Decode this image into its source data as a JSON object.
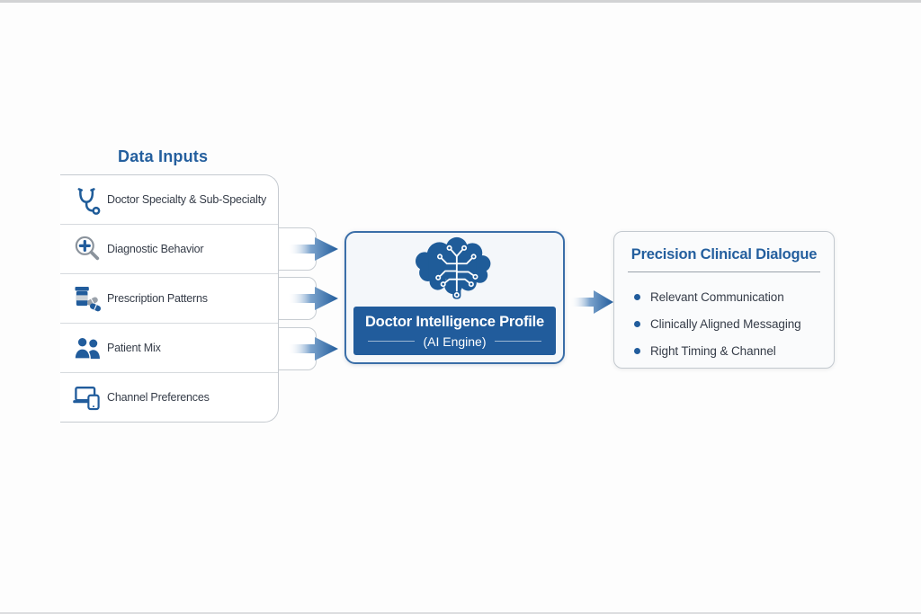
{
  "colors": {
    "accent_blue": "#215c9c",
    "title_blue": "#245f9e",
    "text_dark": "#353c48",
    "border_gray": "#c5cad0",
    "engine_border_blue": "#3a6ea8",
    "engine_bg": "#f4f7fa",
    "output_bg": "#fafbfc",
    "arrow_gradient_end": "#215c9c"
  },
  "inputs": {
    "title": "Data Inputs",
    "items": [
      {
        "icon": "stethoscope-icon",
        "label": "Doctor Specialty & Sub-Specialty"
      },
      {
        "icon": "magnifier-plus-icon",
        "label": "Diagnostic Behavior"
      },
      {
        "icon": "pills-icon",
        "label": "Prescription Patterns"
      },
      {
        "icon": "patients-icon",
        "label": "Patient Mix"
      },
      {
        "icon": "devices-icon",
        "label": "Channel Preferences"
      }
    ]
  },
  "engine": {
    "icon": "brain-circuit-icon",
    "title": "Doctor Intelligence Profile",
    "subtitle": "(AI Engine)"
  },
  "output": {
    "title": "Precision Clinical Dialogue",
    "bullets": [
      "Relevant Communication",
      "Clinically Aligned Messaging",
      "Right Timing & Channel"
    ]
  }
}
